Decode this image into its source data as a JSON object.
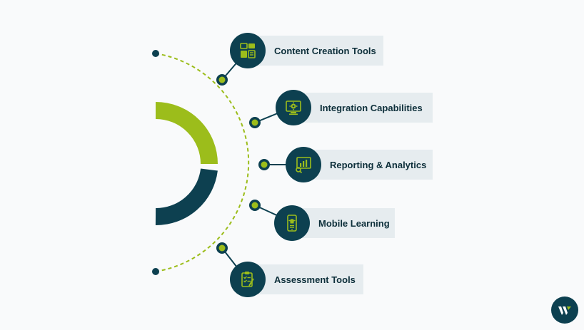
{
  "colors": {
    "background": "#f9fafb",
    "dark_teal": "#0d4050",
    "lime_green": "#9cbd1b",
    "label_bg": "#e6ecef",
    "text": "#0d2f3a"
  },
  "features": [
    {
      "label": "Content Creation Tools",
      "icon": "content-creation-icon"
    },
    {
      "label": "Integration Capabilities",
      "icon": "integration-gear-icon"
    },
    {
      "label": "Reporting & Analytics",
      "icon": "analytics-monitor-icon"
    },
    {
      "label": "Mobile Learning",
      "icon": "mobile-learning-icon"
    },
    {
      "label": "Assessment Tools",
      "icon": "assessment-clipboard-icon"
    }
  ],
  "logo": {
    "icon": "brand-logo-icon"
  }
}
